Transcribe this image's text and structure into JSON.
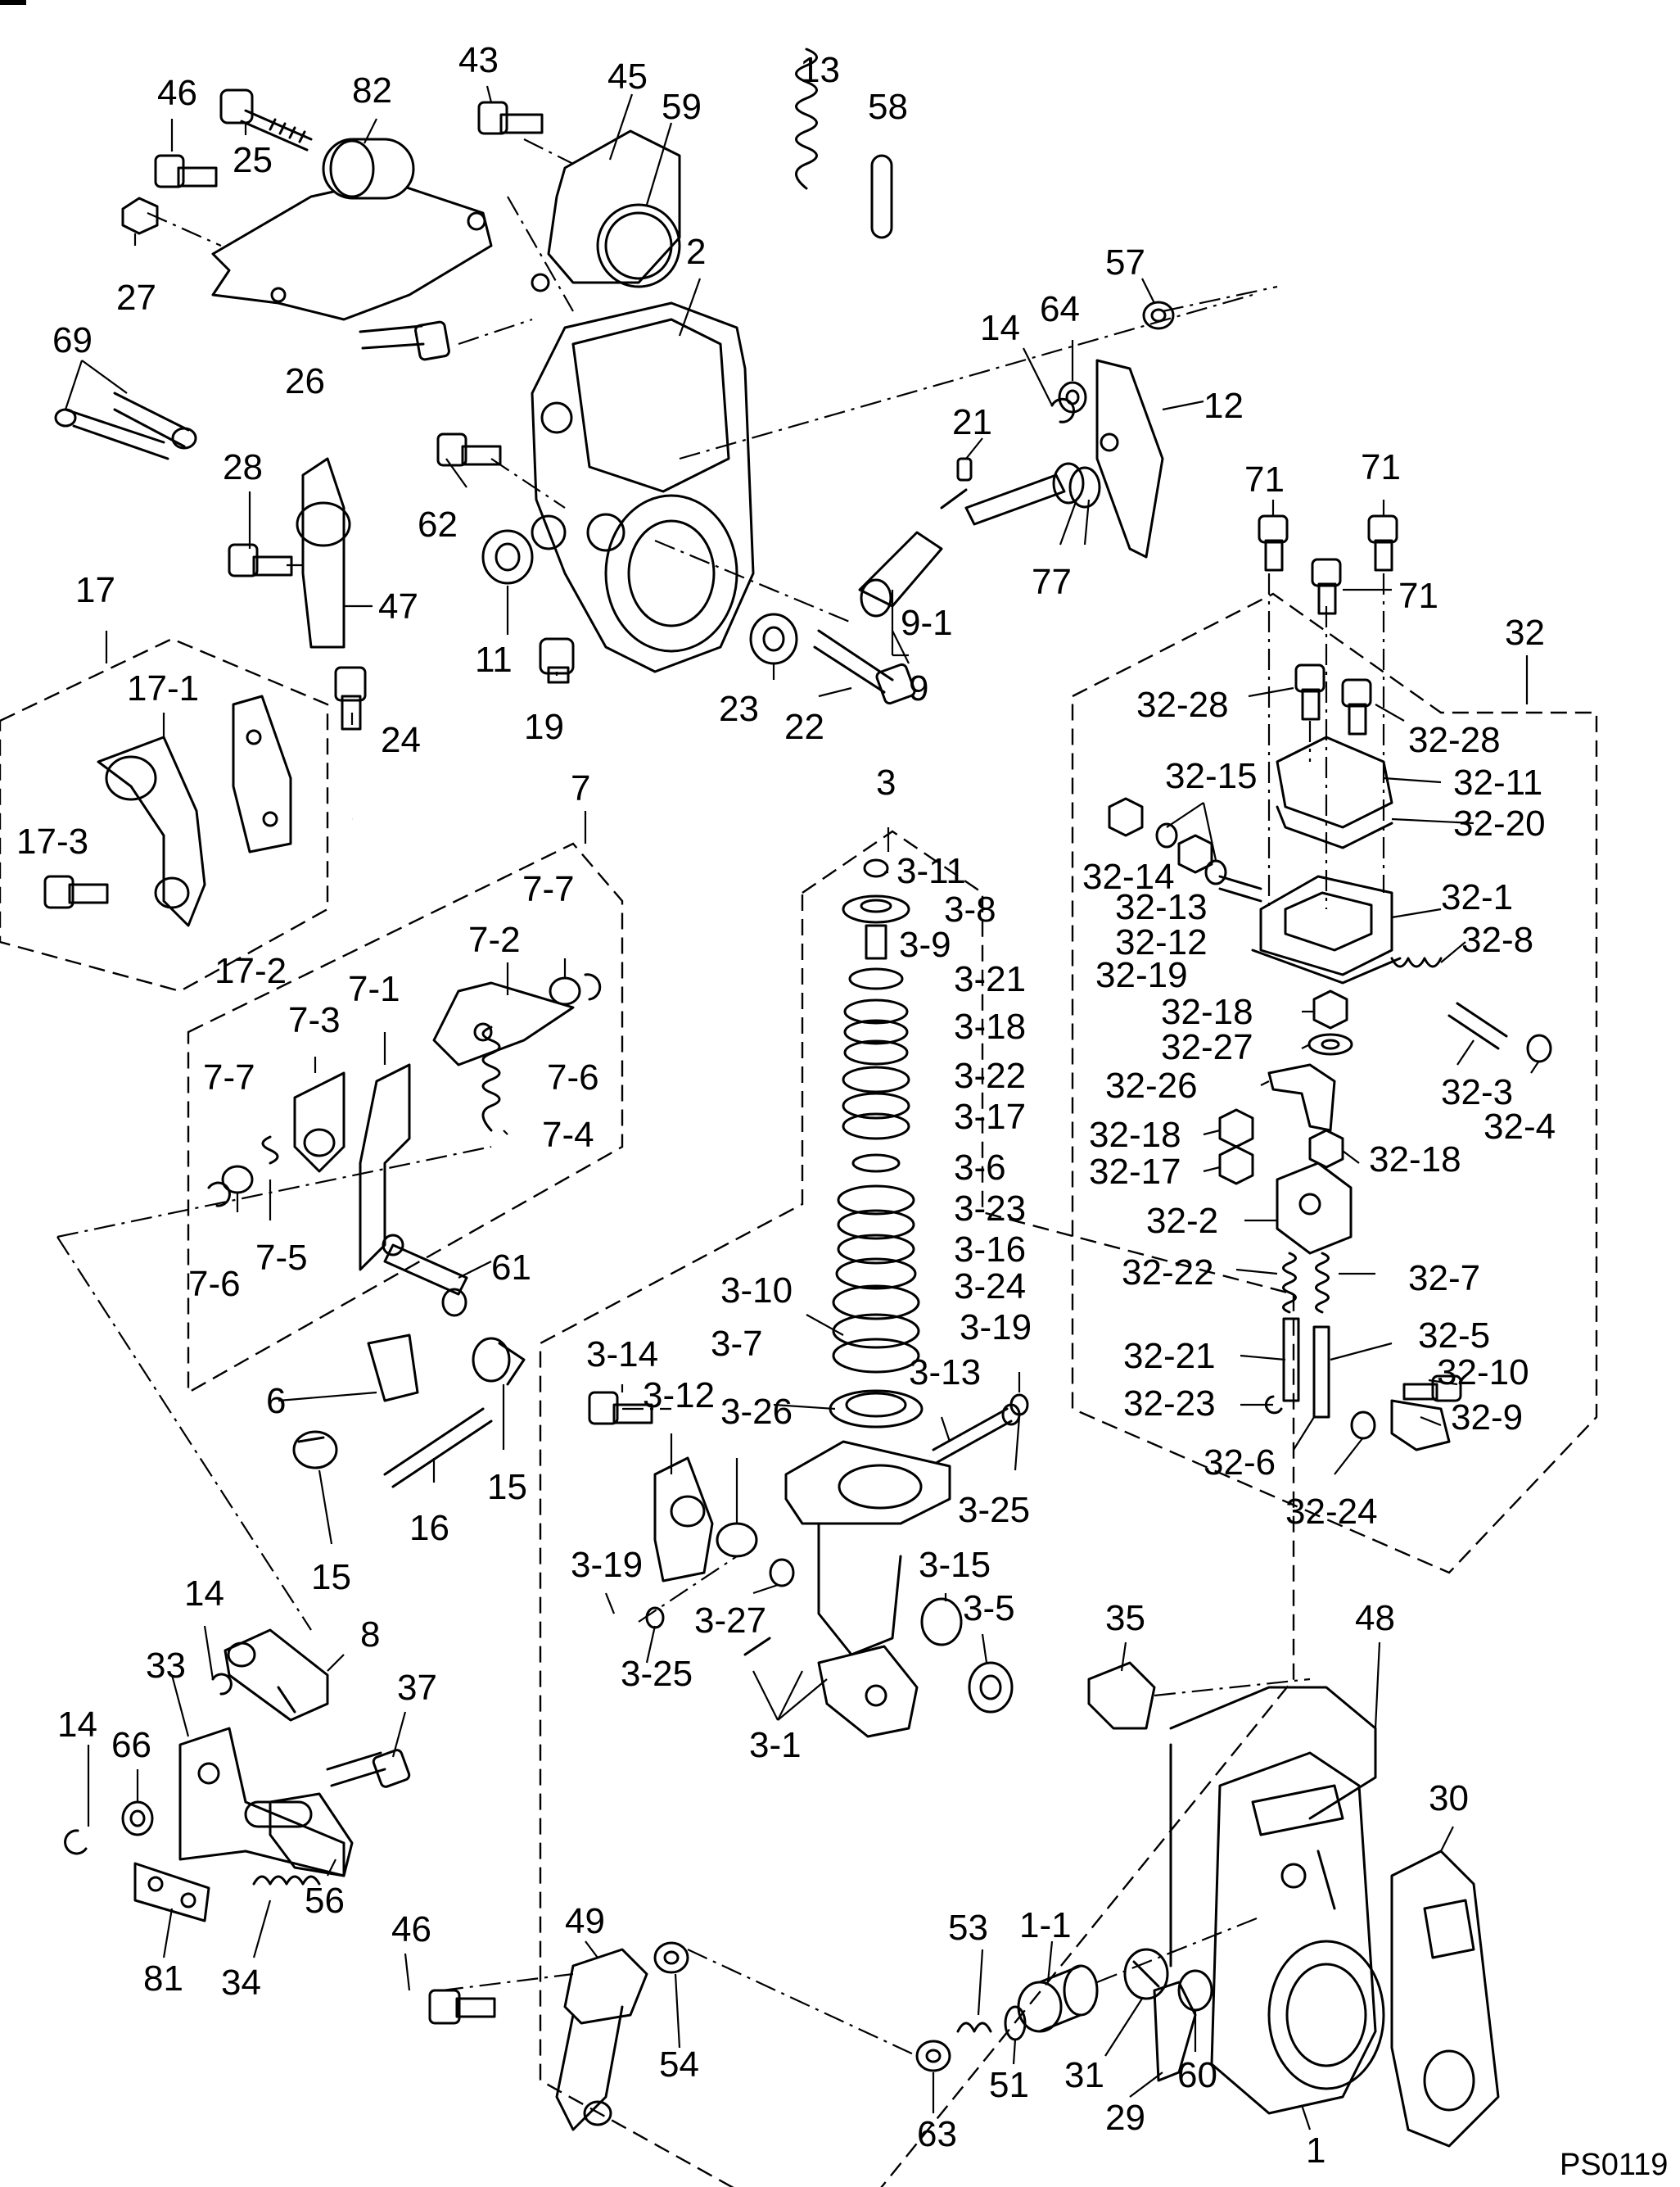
{
  "figure_code": "PS0119",
  "callouts": {
    "c46a": "46",
    "c25": "25",
    "c82": "82",
    "c43": "43",
    "c45": "45",
    "c59": "59",
    "c13": "13",
    "c58": "58",
    "c27": "27",
    "c2": "2",
    "c57": "57",
    "c64": "64",
    "c14a": "14",
    "c12": "12",
    "c69": "69",
    "c26": "26",
    "c21": "21",
    "c28": "28",
    "c62": "62",
    "c71a": "71",
    "c71b": "71",
    "c71c": "71",
    "c77": "77",
    "c47": "47",
    "c11": "11",
    "c9_1": "9-1",
    "c17": "17",
    "c19": "19",
    "c23": "23",
    "c22": "22",
    "c9": "9",
    "c32": "32",
    "c17_1": "17-1",
    "c24": "24",
    "c32_28a": "32-28",
    "c32_28b": "32-28",
    "c7": "7",
    "c3": "3",
    "c32_15": "32-15",
    "c32_11": "32-11",
    "c17_3": "17-3",
    "c3_11": "3-11",
    "c32_20": "32-20",
    "c7_7a": "7-7",
    "c3_8": "3-8",
    "c32_14": "32-14",
    "c32_1": "32-1",
    "c7_2": "7-2",
    "c32_13": "32-13",
    "c17_2": "17-2",
    "c3_9": "3-9",
    "c32_12": "32-12",
    "c32_8": "32-8",
    "c7_3": "7-3",
    "c7_1": "7-1",
    "c3_21": "3-21",
    "c32_19": "32-19",
    "c3_18": "3-18",
    "c32_18a": "32-18",
    "c32_27": "32-27",
    "c7_7b": "7-7",
    "c7_6a": "7-6",
    "c3_22": "3-22",
    "c32_26": "32-26",
    "c32_3": "32-3",
    "c32_4": "32-4",
    "c3_17": "3-17",
    "c7_4": "7-4",
    "c32_18b": "32-18",
    "c32_18c": "32-18",
    "c32_17": "32-17",
    "c3_6": "3-6",
    "c7_5": "7-5",
    "c3_23": "3-23",
    "c32_2": "32-2",
    "c7_6b": "7-6",
    "c3_16": "3-16",
    "c61": "61",
    "c32_22": "32-22",
    "c32_7": "32-7",
    "c3_24": "3-24",
    "c3_10": "3-10",
    "c3_19a": "3-19",
    "c32_21": "32-21",
    "c32_5": "32-5",
    "c3_14": "3-14",
    "c3_7": "3-7",
    "c3_13": "3-13",
    "c32_10": "32-10",
    "c3_12": "3-12",
    "c32_23": "32-23",
    "c6": "6",
    "c3_26": "3-26",
    "c32_9": "32-9",
    "c15a": "15",
    "c32_6": "32-6",
    "c3_25a": "3-25",
    "c16": "16",
    "c15b": "15",
    "c32_24": "32-24",
    "c3_19b": "3-19",
    "c3_15": "3-15",
    "c3_27": "3-27",
    "c3_5": "3-5",
    "c14b": "14",
    "c35": "35",
    "c48": "48",
    "c8": "8",
    "c33": "33",
    "c3_25b": "3-25",
    "c37": "37",
    "c14c": "14",
    "c66": "66",
    "c3_1": "3-1",
    "c30": "30",
    "c56": "56",
    "c49": "49",
    "c53": "53",
    "c1_1": "1-1",
    "c46b": "46",
    "c81": "81",
    "c34": "34",
    "c54": "54",
    "c31": "31",
    "c60": "60",
    "c51": "51",
    "c29": "29",
    "c63": "63",
    "c1": "1"
  }
}
